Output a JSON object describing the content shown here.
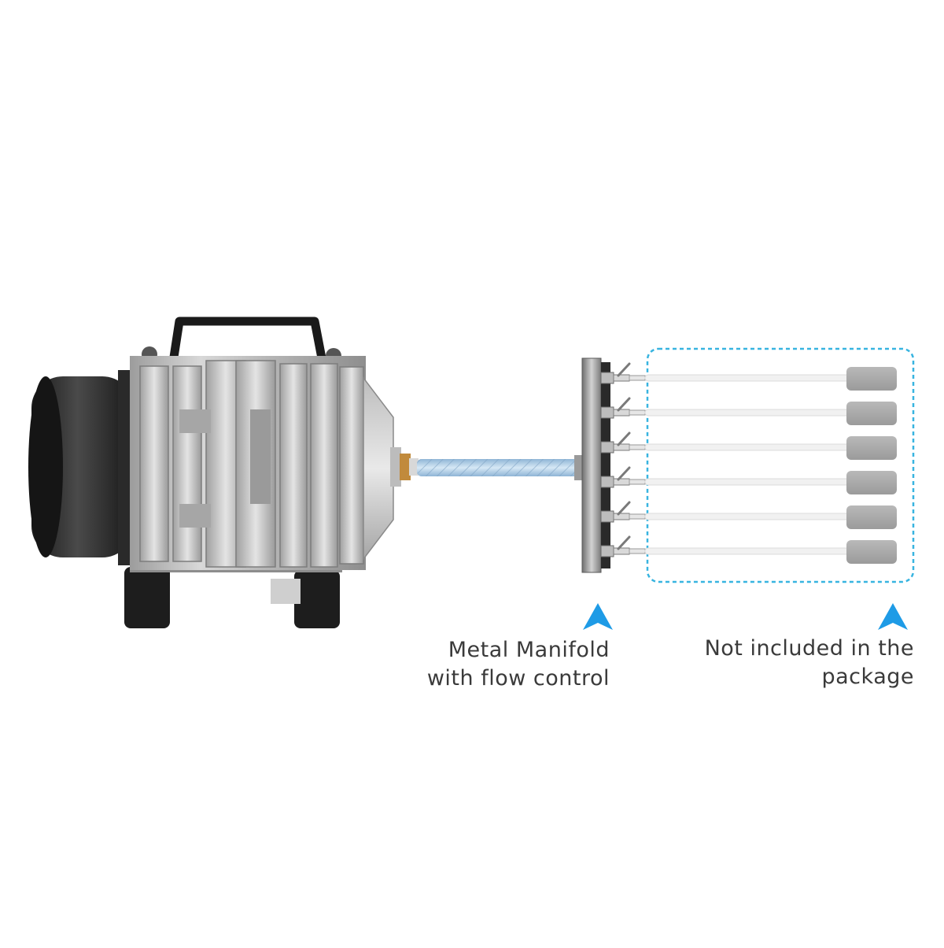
{
  "labels": {
    "manifold": {
      "line1": "Metal Manifold",
      "line2": "with flow control"
    },
    "not_included": {
      "line1": "Not included in the",
      "line2": "package"
    }
  },
  "colors": {
    "background": "#ffffff",
    "accent_arrow": "#1e9be6",
    "dashed_box": "#38b4e0",
    "tube": "#a9c9e3",
    "air_stone": "#a8a8a8",
    "text": "#3a3a3a"
  },
  "icons": {
    "arrow_manifold": "up-arrowhead-icon",
    "arrow_not_included": "up-arrowhead-icon"
  }
}
